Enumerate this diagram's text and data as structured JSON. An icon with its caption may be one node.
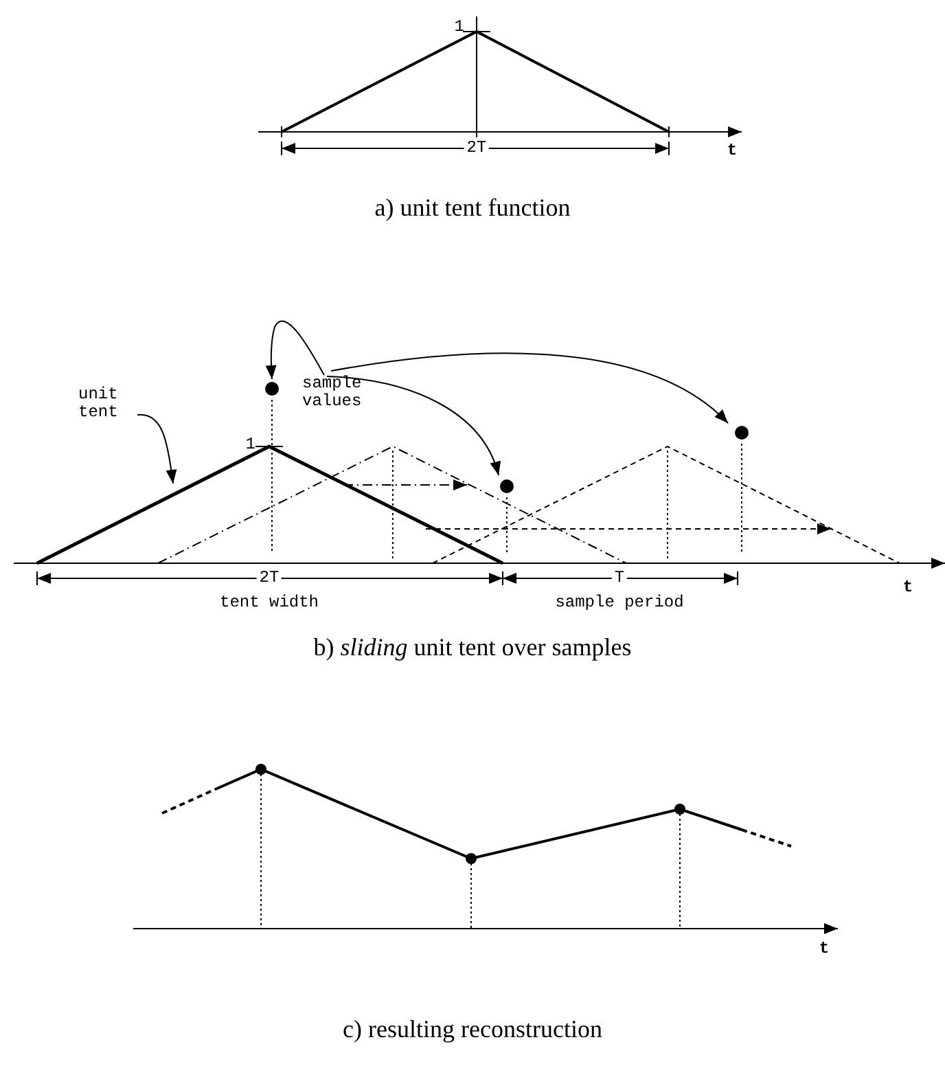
{
  "diagram": {
    "nodes": [
      {
        "text": [
          "unit tent"
        ]
      },
      {
        "text": [
          "sample values"
        ]
      },
      {
        "text": [],
        "shape": "circle"
      },
      {
        "text": [],
        "shape": "circle"
      },
      {
        "text": [],
        "shape": "circle"
      }
    ],
    "edges": [
      {
        "from": 0,
        "to": null,
        "arrow": "to"
      },
      {
        "from": 1,
        "to": 2,
        "arrow": "to"
      },
      {
        "from": 1,
        "to": 3,
        "arrow": "to"
      },
      {
        "from": 1,
        "to": 4,
        "arrow": "to"
      }
    ],
    "labels": [
      "1",
      "2T",
      "t",
      "a) unit tent function",
      "1",
      "2T",
      "T",
      "tent width",
      "sample period",
      "t",
      "b) *sliding* unit tent over samples",
      "t",
      "c) resulting reconstruction"
    ]
  }
}
